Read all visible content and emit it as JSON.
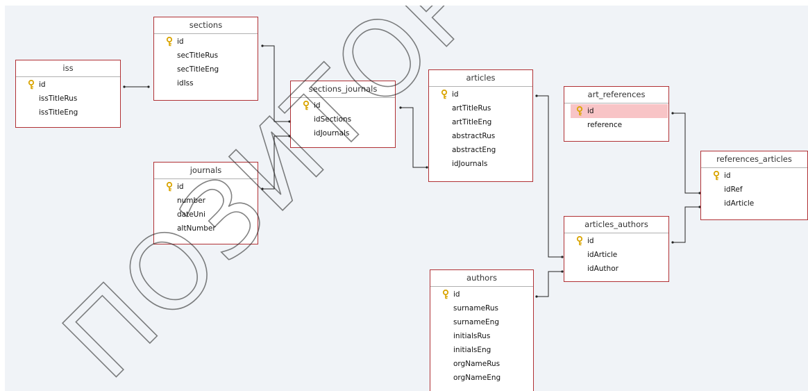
{
  "tables": {
    "iss": {
      "title": "iss",
      "fields": [
        "id",
        "issTitleRus",
        "issTitleEng"
      ]
    },
    "sections": {
      "title": "sections",
      "fields": [
        "id",
        "secTitleRus",
        "secTitleEng",
        "idIss"
      ]
    },
    "journals": {
      "title": "journals",
      "fields": [
        "id",
        "number",
        "dateUni",
        "altNumber"
      ]
    },
    "sections_journals": {
      "title": "sections_journals",
      "fields": [
        "id",
        "idSections",
        "idJournals"
      ]
    },
    "articles": {
      "title": "articles",
      "fields": [
        "id",
        "artTitleRus",
        "artTitleEng",
        "abstractRus",
        "abstractEng",
        "idJournals"
      ]
    },
    "authors": {
      "title": "authors",
      "fields": [
        "id",
        "surnameRus",
        "surnameEng",
        "initialsRus",
        "initialsEng",
        "orgNameRus",
        "orgNameEng"
      ]
    },
    "art_references": {
      "title": "art_references",
      "fields": [
        "id",
        "reference"
      ]
    },
    "articles_authors": {
      "title": "articles_authors",
      "fields": [
        "id",
        "idArticle",
        "idAuthor"
      ]
    },
    "references_articles": {
      "title": "references_articles",
      "fields": [
        "id",
        "idRef",
        "idArticle"
      ]
    }
  },
  "selected_field": "art_references.id",
  "watermark": "ПОЗИТОРИЙ ГГУ ИМЕН",
  "colors": {
    "table_border": "#b03034",
    "canvas": "#f0f3f7",
    "selection": "#f8c4c6",
    "relationship_line": "#222222",
    "key_icon": "#d9a400"
  }
}
